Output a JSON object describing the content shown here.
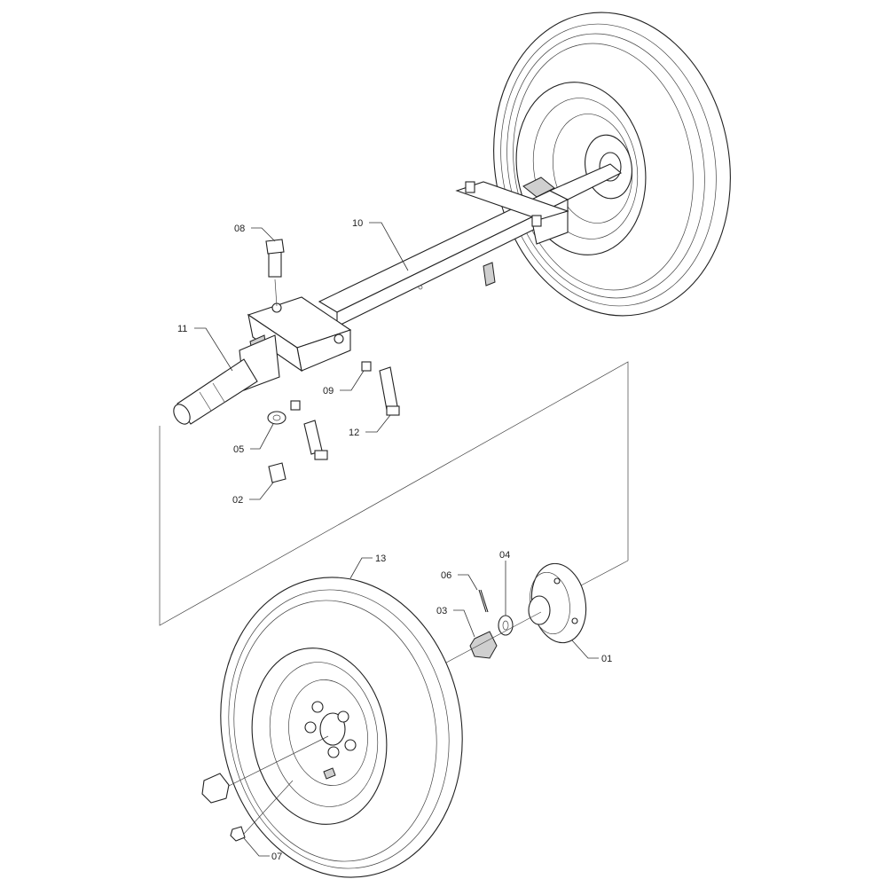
{
  "diagram": {
    "type": "exploded-parts-drawing",
    "callouts": {
      "p01": "01",
      "p02": "02",
      "p03": "03",
      "p04": "04",
      "p05": "05",
      "p06": "06",
      "p07": "07",
      "p08": "08",
      "p09": "09",
      "p10": "10",
      "p11": "11",
      "p12": "12",
      "p13": "13"
    }
  }
}
